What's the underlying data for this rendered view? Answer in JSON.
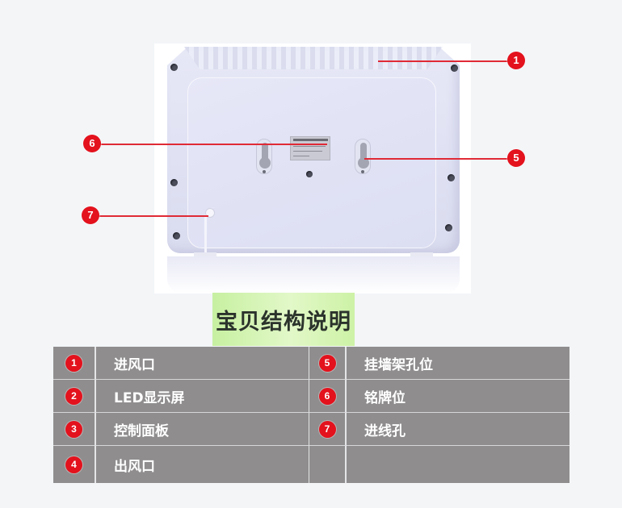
{
  "diagram": {
    "title": "宝贝结构说明",
    "subject": "wall-mounted device rear view",
    "colors": {
      "page_background": "#f3f5f7",
      "callout_red": "#e3121d",
      "callout_line": "#e02a36",
      "title_green": "#c7f0a1",
      "table_gray": "#8f8d8e",
      "table_text": "#ffffff"
    },
    "callouts": [
      {
        "num": "1",
        "target": "top grille"
      },
      {
        "num": "5",
        "target": "right keyhole"
      },
      {
        "num": "6",
        "target": "nameplate"
      },
      {
        "num": "7",
        "target": "cord entry"
      }
    ]
  },
  "table": {
    "rows": [
      {
        "left_num": "1",
        "left_label": "进风口",
        "right_num": "5",
        "right_label": "挂墙架孔位"
      },
      {
        "left_num": "2",
        "left_label": "LED显示屏",
        "right_num": "6",
        "right_label": "铭牌位"
      },
      {
        "left_num": "3",
        "left_label": "控制面板",
        "right_num": "7",
        "right_label": "进线孔"
      },
      {
        "left_num": "4",
        "left_label": "出风口",
        "right_num": "",
        "right_label": ""
      }
    ]
  }
}
